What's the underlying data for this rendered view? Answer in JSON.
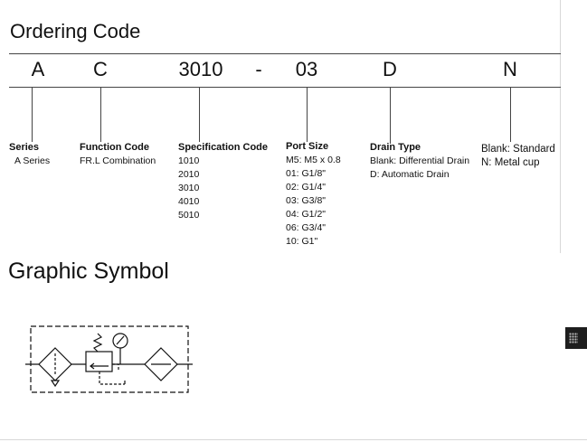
{
  "ordering": {
    "title": "Ordering Code",
    "codes": [
      "A",
      "C",
      "3010",
      "-",
      "03",
      "D",
      "N"
    ]
  },
  "groups": {
    "series": {
      "header": "Series",
      "options": [
        "A Series"
      ]
    },
    "function": {
      "header": "Function Code",
      "options": [
        "FR.L Combination"
      ]
    },
    "spec": {
      "header": "Specification Code",
      "options": [
        "1010",
        "2010",
        "3010",
        "4010",
        "5010"
      ]
    },
    "port": {
      "header": "Port Size",
      "options": [
        "M5: M5 x 0.8",
        "01: G1/8\"",
        "02: G1/4\"",
        "03: G3/8\"",
        "04: G1/2\"",
        "06: G3/4\"",
        "10: G1\""
      ]
    },
    "drain": {
      "header": "Drain Type",
      "options": [
        "Blank: Differential Drain",
        "D: Automatic Drain"
      ]
    },
    "cup": {
      "options": [
        "Blank: Standard",
        "N: Metal cup"
      ]
    }
  },
  "symbol": {
    "title": "Graphic Symbol"
  }
}
